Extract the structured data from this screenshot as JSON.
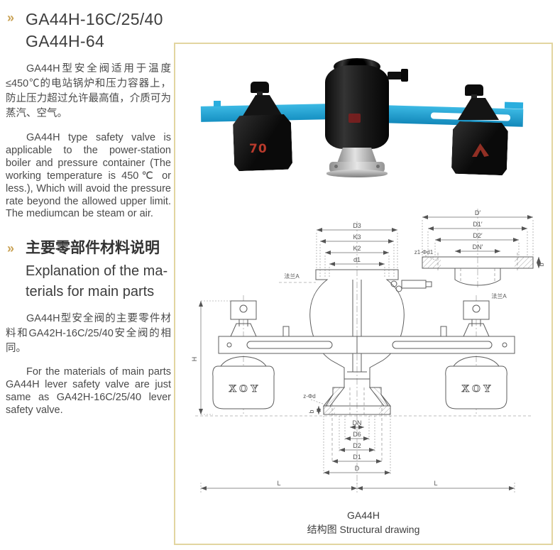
{
  "page": {
    "bullet_glyph": "»",
    "accent_color": "#c9a254",
    "panel_border_color": "#e2d5a0"
  },
  "sidebar": {
    "section1": {
      "title_line1": "GA44H-16C/25/40",
      "title_line2": "GA44H-64",
      "para_zh": "GA44H型安全阀适用于温度≤450℃的电站锅炉和压力容器上，防止压力超过允许最高值，介质可为蒸汽、空气。",
      "para_en": "GA44H type safety valve is applicable to the power-station boiler and pressure container (The working temperature is 450℃ or less.), Which will avoid the pressure rate beyond the allowed upper limit. The mediumcan be steam or air."
    },
    "section2": {
      "title_zh": "主要零部件材料说明",
      "title_en_line1": "Explanation of the ma-",
      "title_en_line2": "terials for main parts",
      "para_zh": "GA44H型安全阀的主要零件材料和GA42H-16C/25/40安全阀的相同。",
      "para_en": "For the materials of main parts GA44H lever safety valve are just same as GA42H-16C/25/40 lever safety valve."
    }
  },
  "photo": {
    "left_weight_text": "70",
    "lever_color": "#29a9d9",
    "weight_color": "#141414"
  },
  "drawing": {
    "weight_text": "XOY",
    "caption_line1": "GA44H",
    "caption_line2": "结构图 Structural drawing",
    "labels": {
      "top": [
        "D3",
        "K3",
        "K2",
        "d1"
      ],
      "h": "H",
      "l": "L",
      "flange_ref": "法兰A",
      "bottom": {
        "dn": "DN",
        "d6": "D6",
        "d2": "D2",
        "d1": "D1",
        "d": "D",
        "holes": "z-Φd",
        "b": "b"
      },
      "flange_detail": {
        "d": "D′",
        "d1": "D1′",
        "d2": "D2′",
        "dn": "DN′",
        "holes": "z1-Φd1",
        "b": "b′",
        "caption": "法兰A"
      }
    }
  }
}
